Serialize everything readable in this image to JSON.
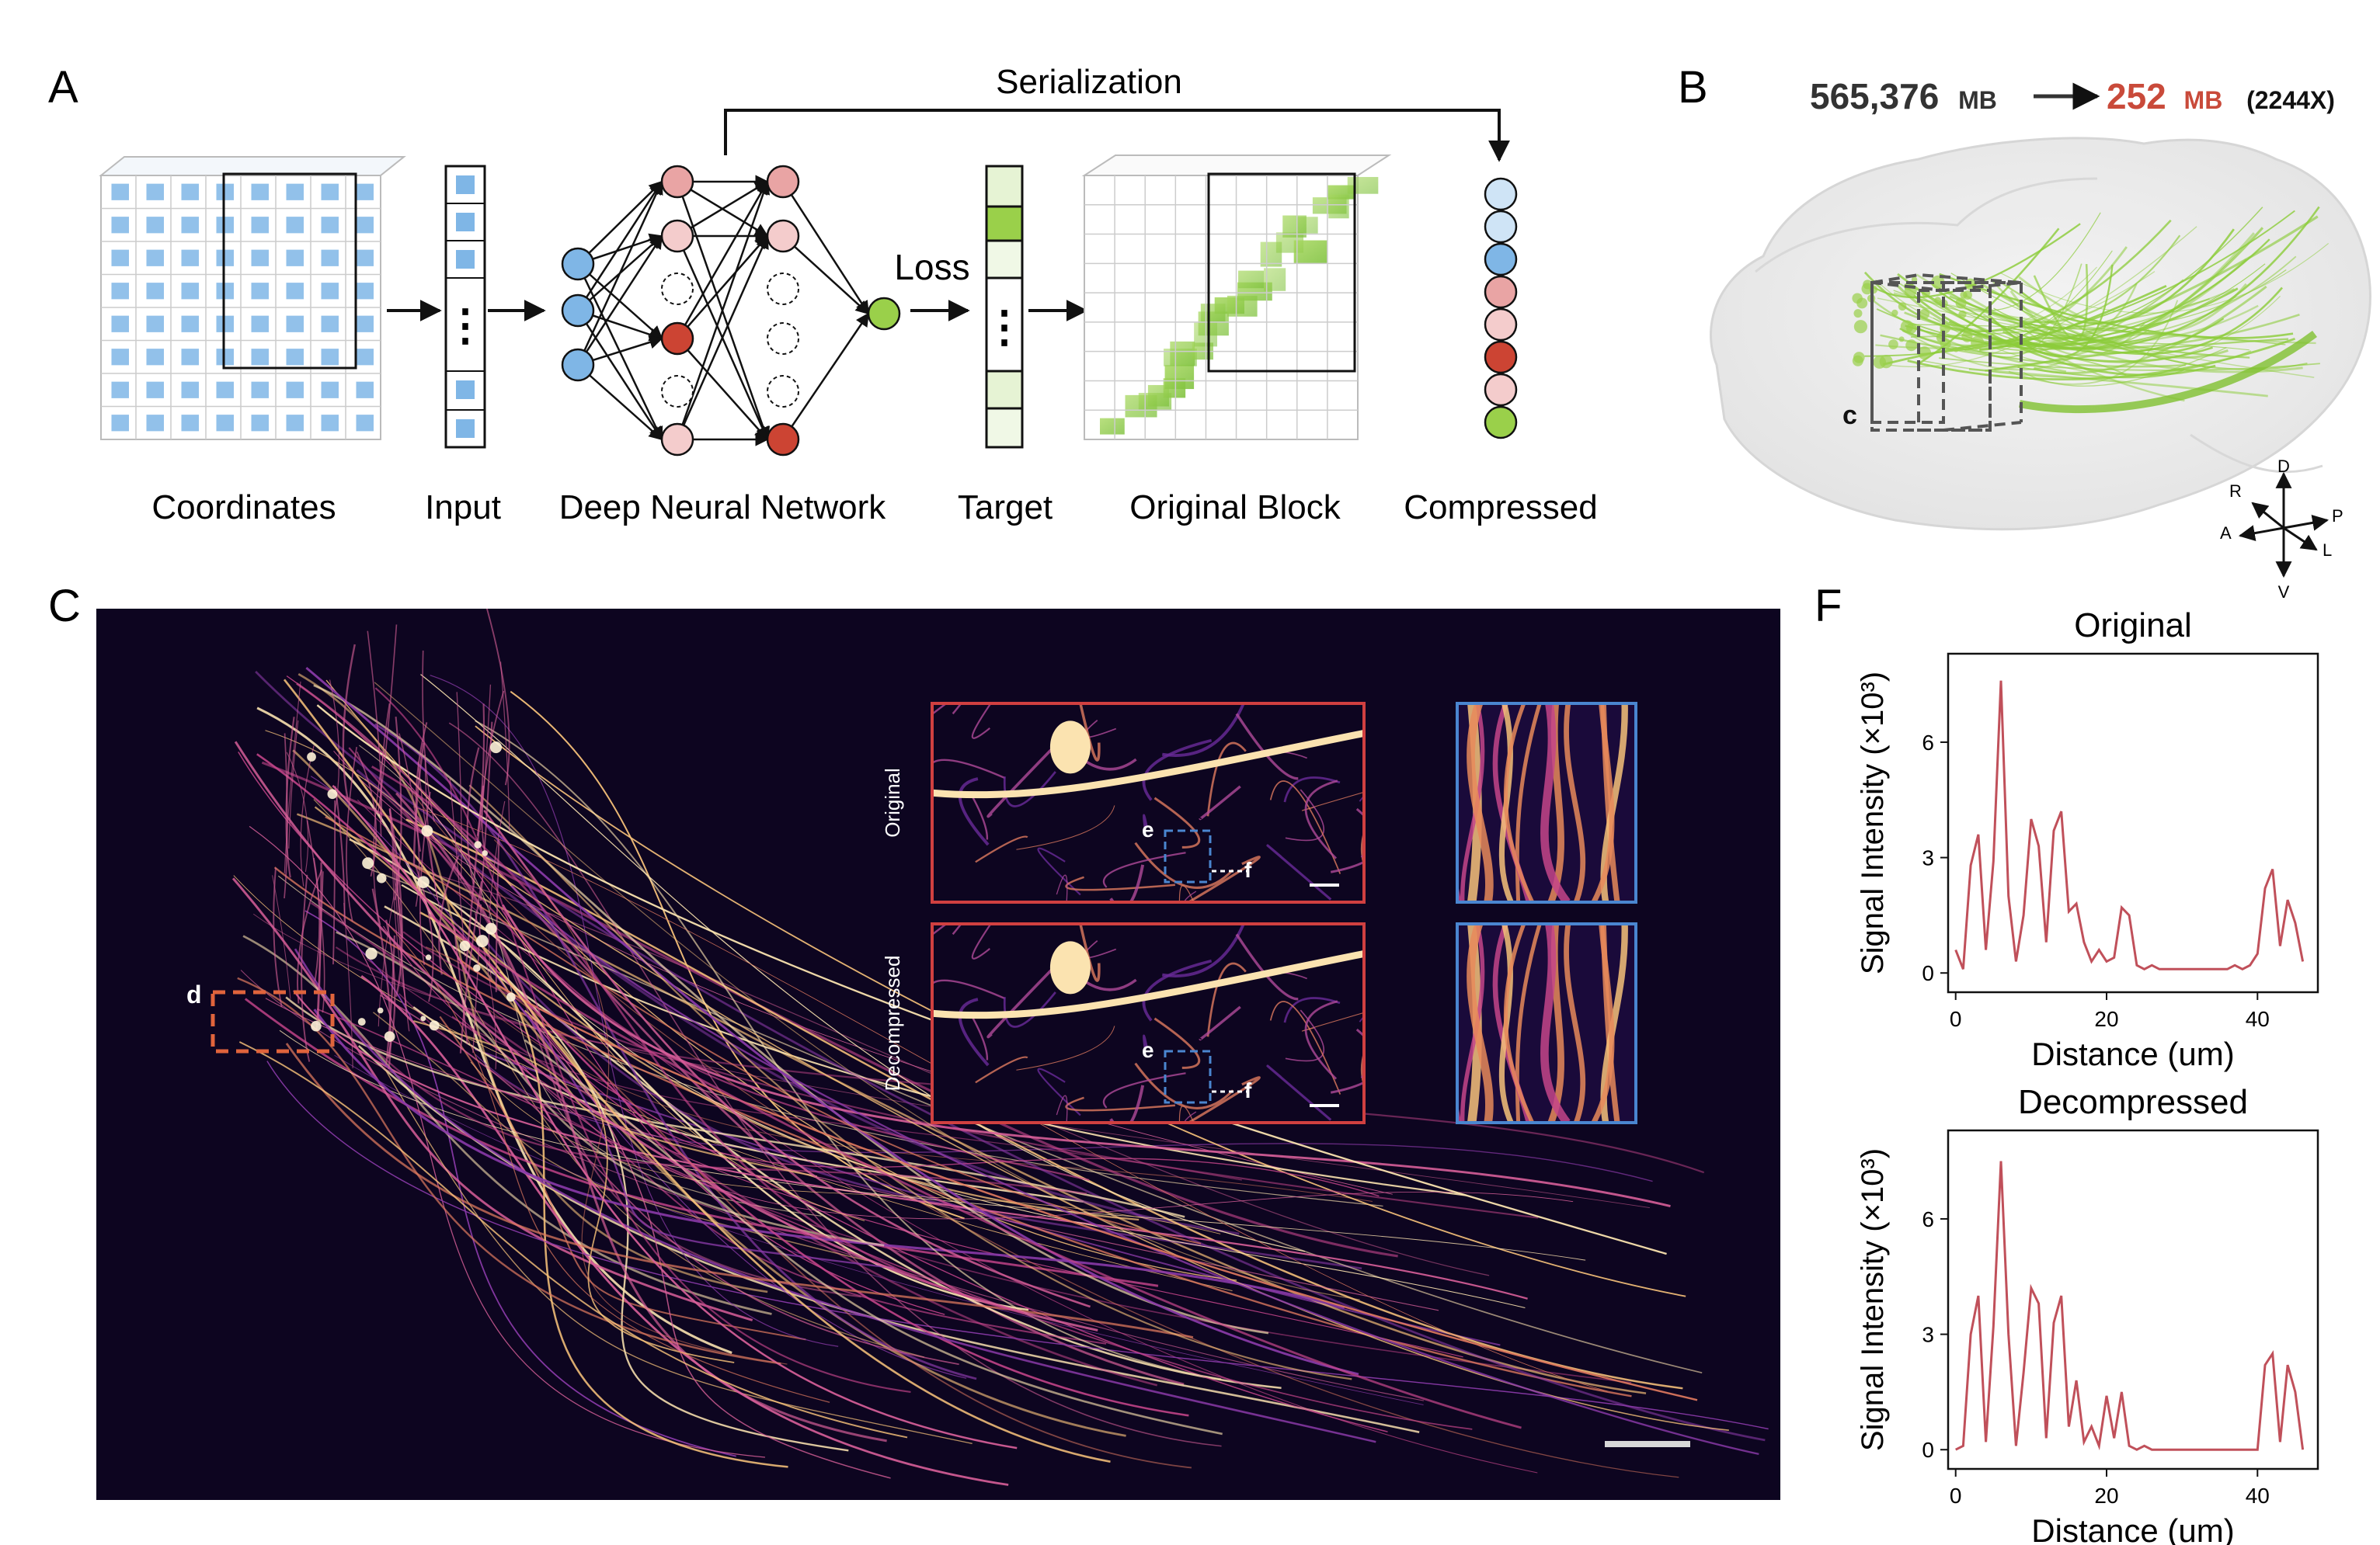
{
  "panel_letters": {
    "a": "A",
    "b": "B",
    "c": "C",
    "d": "D",
    "e": "E",
    "f": "F"
  },
  "panel_a": {
    "serialization_label": "Serialization",
    "loss_label": "Loss",
    "stage_labels": [
      "Coordinates",
      "Input",
      "Deep Neural Network",
      "Target",
      "Original Block",
      "Compressed"
    ],
    "input_dots": "⋮",
    "target_dots": "⋮",
    "colors": {
      "blue": "#7fb6e6",
      "light_blue": "#cfe4f6",
      "pink": "#e9a4a4",
      "light_pink": "#f4cccc",
      "red": "#cc4433",
      "green": "#9ad04a",
      "light_green": "#e6f3d4"
    },
    "compressed_vector": [
      "light_blue",
      "light_blue",
      "blue",
      "pink",
      "light_pink",
      "red",
      "light_pink",
      "green"
    ]
  },
  "panel_b": {
    "size_original": "565,376",
    "size_unit_1": "MB",
    "size_compressed": "252",
    "size_unit_2": "MB",
    "ratio": "(2244X)",
    "box_label": "c",
    "axes": {
      "d": "D",
      "v": "V",
      "r": "R",
      "l": "L",
      "a": "A",
      "p": "P"
    },
    "compressed_color": "#c94a3a"
  },
  "panel_c": {
    "marker_label": "d",
    "marker_color": "#e0643c",
    "background": "#0d0520"
  },
  "panel_d": {
    "row_labels": [
      "Original",
      "Decompressed"
    ],
    "marker_e": "e",
    "marker_f": "f",
    "frame_color": "#d04040"
  },
  "panel_e": {
    "frame_color": "#4a86d0"
  },
  "chart_data": [
    {
      "type": "line",
      "title": "Original",
      "xlabel": "Distance (um)",
      "ylabel": "Signal Intensity (×10³)",
      "xlim": [
        -1,
        48
      ],
      "ylim": [
        -0.5,
        8.3
      ],
      "xticks": [
        "0",
        "20",
        "40"
      ],
      "yticks": [
        "0",
        "3",
        "6"
      ],
      "series": [
        {
          "x": [
            0,
            1,
            2,
            3,
            4,
            5,
            6,
            7,
            8,
            9,
            10,
            11,
            12,
            13,
            14,
            15,
            16,
            17,
            18,
            19,
            20,
            21,
            22,
            23,
            24,
            25,
            26,
            27,
            28,
            29,
            30,
            31,
            32,
            33,
            34,
            35,
            36,
            37,
            38,
            39,
            40,
            41,
            42,
            43,
            44,
            45,
            46
          ],
          "values": [
            0.6,
            0.1,
            2.8,
            3.6,
            0.6,
            2.9,
            7.6,
            2.0,
            0.3,
            1.5,
            4.0,
            3.3,
            0.8,
            3.7,
            4.2,
            1.6,
            1.8,
            0.8,
            0.3,
            0.6,
            0.3,
            0.4,
            1.7,
            1.5,
            0.2,
            0.1,
            0.2,
            0.1,
            0.1,
            0.1,
            0.1,
            0.1,
            0.1,
            0.1,
            0.1,
            0.1,
            0.1,
            0.2,
            0.1,
            0.2,
            0.5,
            2.2,
            2.7,
            0.7,
            1.9,
            1.3,
            0.3
          ]
        }
      ],
      "color": "#c0505a"
    },
    {
      "type": "line",
      "title": "Decompressed",
      "xlabel": "Distance (um)",
      "ylabel": "Signal Intensity (×10³)",
      "xlim": [
        -1,
        48
      ],
      "ylim": [
        -0.5,
        8.3
      ],
      "xticks": [
        "0",
        "20",
        "40"
      ],
      "yticks": [
        "0",
        "3",
        "6"
      ],
      "series": [
        {
          "x": [
            0,
            1,
            2,
            3,
            4,
            5,
            6,
            7,
            8,
            9,
            10,
            11,
            12,
            13,
            14,
            15,
            16,
            17,
            18,
            19,
            20,
            21,
            22,
            23,
            24,
            25,
            26,
            27,
            28,
            29,
            30,
            31,
            32,
            33,
            34,
            35,
            36,
            37,
            38,
            39,
            40,
            41,
            42,
            43,
            44,
            45,
            46
          ],
          "values": [
            0.0,
            0.1,
            3.0,
            4.0,
            0.2,
            3.2,
            7.5,
            3.0,
            0.1,
            2.0,
            4.2,
            3.8,
            0.3,
            3.3,
            4.0,
            0.6,
            1.8,
            0.2,
            0.6,
            0.1,
            1.4,
            0.3,
            1.5,
            0.1,
            0.0,
            0.1,
            0.0,
            0.0,
            0.0,
            0.0,
            0.0,
            0.0,
            0.0,
            0.0,
            0.0,
            0.0,
            0.0,
            0.0,
            0.0,
            0.0,
            0.0,
            2.2,
            2.5,
            0.2,
            2.2,
            1.5,
            0.0
          ]
        }
      ],
      "color": "#c0505a"
    }
  ]
}
